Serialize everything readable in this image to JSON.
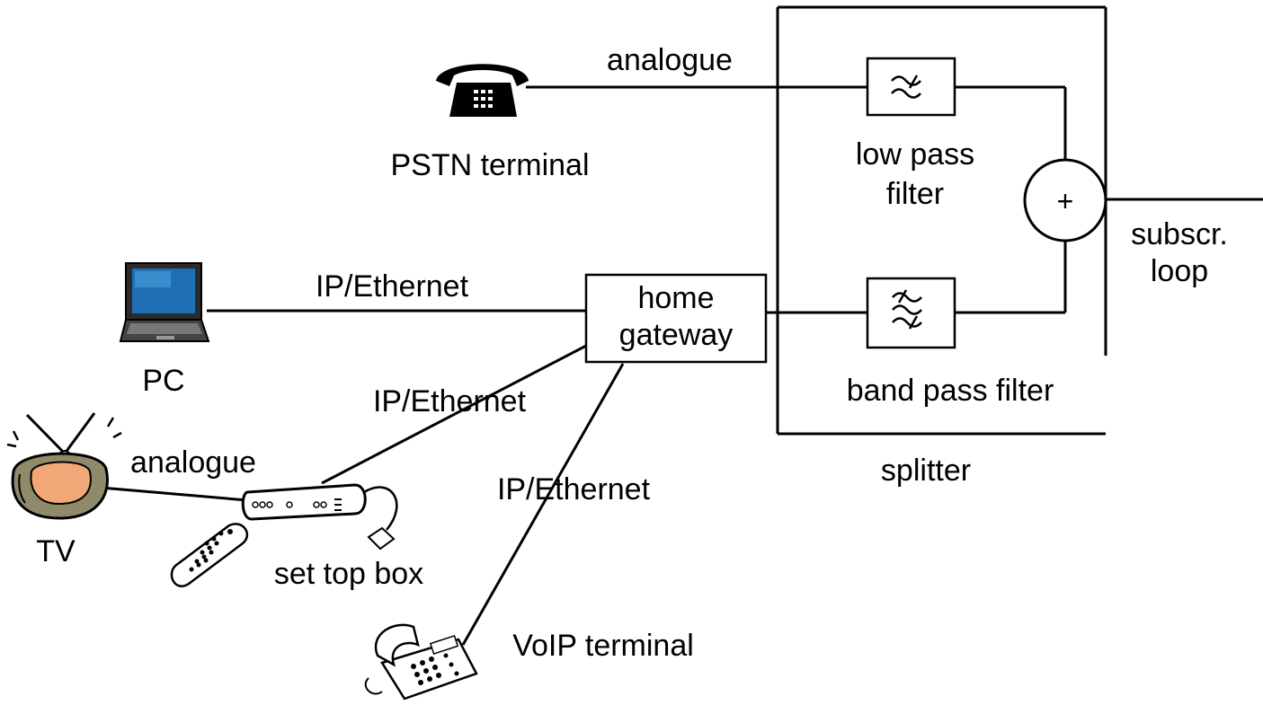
{
  "labels": {
    "pstn_link": "analogue",
    "pstn_terminal": "PSTN terminal",
    "low_pass_1": "low pass",
    "low_pass_2": "filter",
    "subscr_1": "subscr.",
    "subscr_2": "loop",
    "pc_link": "IP/Ethernet",
    "pc": "PC",
    "gateway_1": "home",
    "gateway_2": "gateway",
    "stb_link": "IP/Ethernet",
    "band_pass": "band pass filter",
    "tv_link": "analogue",
    "splitter": "splitter",
    "voip_link": "IP/Ethernet",
    "tv": "TV",
    "set_top_box": "set top box",
    "voip_terminal": "VoIP terminal",
    "combiner_symbol": "+"
  },
  "icons": {
    "pstn": "telephone-icon",
    "pc": "laptop-icon",
    "tv": "tv-icon",
    "stb": "set-top-box-icon",
    "remote": "remote-control-icon",
    "voip": "voip-phone-icon",
    "low_pass": "low-pass-filter-icon",
    "band_pass": "band-pass-filter-icon"
  }
}
